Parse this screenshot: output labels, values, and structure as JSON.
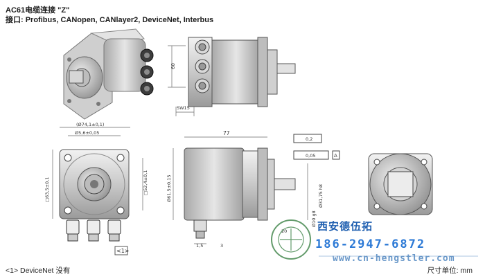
{
  "header": {
    "title": "AC61电缆连接 \"Z\"",
    "subtitle": "接口: Profibus, CANopen, CANlayer2, DeviceNet, Interbus"
  },
  "drawing": {
    "side_top": {
      "dim_vertical": "60",
      "dim_bottom": "SW15"
    },
    "front": {
      "dim_outer": "(Ø74,1±0,1)",
      "dim_bolt": "Ø5,6±0,05",
      "dim_square": "□63,5±0,1",
      "dim_square2": "□52,4±0,1",
      "callout": "<1>"
    },
    "side": {
      "dim_length": "77",
      "dim_height": "Ø61,5±0,15",
      "tol_runout": "0,2",
      "tol_perp": "0,05",
      "datum": "A",
      "dim_boss": "Ø31,75 h8",
      "dim_shaft": "Ø10 g8",
      "dim_b1": "1,5",
      "dim_b2": "3",
      "dim_b3": "20"
    }
  },
  "watermark": {
    "company": "西安德伍拓",
    "phone": "186-2947-6872",
    "url": "www.cn-hengstler.com"
  },
  "footer": {
    "note": "<1> DeviceNet 没有",
    "unit": "尺寸单位: mm"
  }
}
